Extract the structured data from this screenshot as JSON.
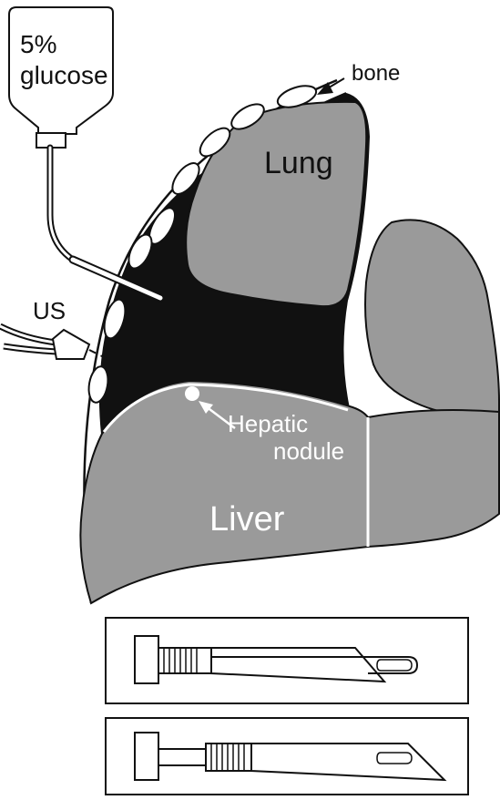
{
  "labels": {
    "bottle": [
      "5%",
      "glucose"
    ],
    "bone": "bone",
    "lung": "Lung",
    "us": "US",
    "hepatic_nodule": [
      "Hepatic",
      "nodule"
    ],
    "liver": "Liver"
  },
  "colors": {
    "organ_fill": "#9a9a9a",
    "pleural_space": "#111111",
    "outline": "#111111",
    "background": "#ffffff"
  }
}
